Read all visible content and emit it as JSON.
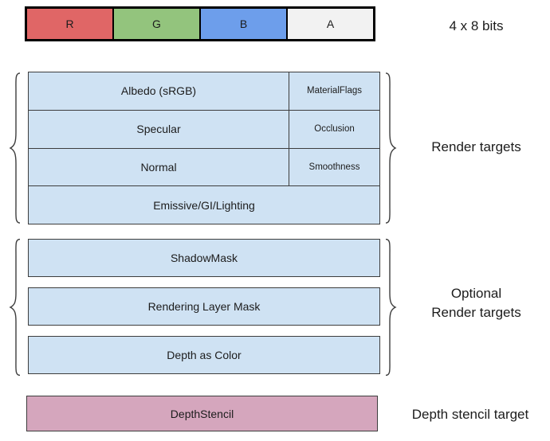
{
  "format_bar": {
    "cells": [
      {
        "label": "R",
        "color": "#e06666"
      },
      {
        "label": "G",
        "color": "#93c47d"
      },
      {
        "label": "B",
        "color": "#6d9eeb"
      },
      {
        "label": "A",
        "color": "#f2f2f2"
      }
    ],
    "caption": "4 x 8 bits"
  },
  "render_targets": {
    "caption": "Render targets",
    "rows": [
      {
        "main": "Albedo (sRGB)",
        "aux": "MaterialFlags"
      },
      {
        "main": "Specular",
        "aux": "Occlusion"
      },
      {
        "main": "Normal",
        "aux": "Smoothness"
      },
      {
        "main": "Emissive/GI/Lighting"
      }
    ],
    "fill_color": "#cfe2f3"
  },
  "optional_render_targets": {
    "caption_line1": "Optional",
    "caption_line2": "Render targets",
    "boxes": [
      {
        "label": "ShadowMask"
      },
      {
        "label": "Rendering Layer Mask"
      },
      {
        "label": "Depth as Color"
      }
    ],
    "fill_color": "#cfe2f3"
  },
  "depth_stencil": {
    "box_label": "DepthStencil",
    "caption": "Depth stencil target",
    "fill_color": "#d5a6bd"
  }
}
